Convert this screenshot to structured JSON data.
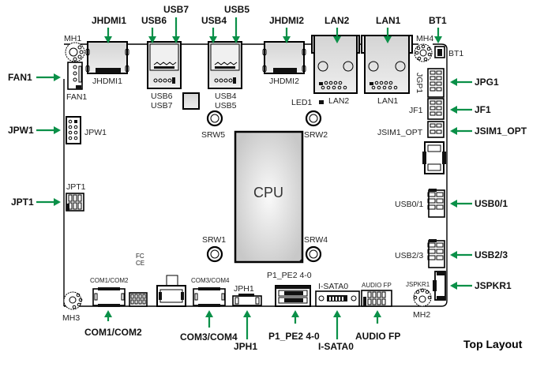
{
  "title": "Top Layout",
  "colors": {
    "arrow": "#0a9048",
    "component_fill": "#e4e4e4",
    "outline": "#000000"
  },
  "board": {
    "cpu_label": "CPU",
    "silk": {
      "MH1": "MH1",
      "MH2": "MH2",
      "MH3": "MH3",
      "MH4": "MH4",
      "FAN1": "FAN1",
      "JHDMI1": "JHDMI1",
      "JHDMI2": "JHDMI2",
      "USB6": "USB6",
      "USB7": "USB7",
      "USB4": "USB4",
      "USB5": "USB5",
      "LAN1": "LAN1",
      "LAN2": "LAN2",
      "LED1": "LED1",
      "BT1": "BT1",
      "JGP1": "JGP1",
      "JF1": "JF1",
      "JSIM1_OPT": "JSIM1_OPT",
      "USB0_1": "USB0/1",
      "USB2_3": "USB2/3",
      "JSPKR1": "JSPKR1",
      "JPW1": "JPW1",
      "JPT1": "JPT1",
      "SRW1": "SRW1",
      "SRW2": "SRW2",
      "SRW4": "SRW4",
      "SRW5": "SRW5",
      "COM1_COM2": "COM1/COM2",
      "COM3_COM4": "COM3/COM4",
      "JPH1": "JPH1",
      "P1_PE2": "P1_PE2 4-0",
      "I_SATA0": "I-SATA0",
      "AUDIO_FP": "AUDIO FP",
      "FC": "FC",
      "CE": "CE"
    }
  },
  "callouts": {
    "top": [
      "JHDMI1",
      "USB6",
      "USB7",
      "USB4",
      "USB5",
      "JHDMI2",
      "LAN2",
      "LAN1",
      "BT1"
    ],
    "left": [
      "FAN1",
      "JPW1",
      "JPT1"
    ],
    "right": [
      "JPG1",
      "JF1",
      "JSIM1_OPT",
      "USB0/1",
      "USB2/3",
      "JSPKR1"
    ],
    "bottom": [
      "COM1/COM2",
      "COM3/COM4",
      "JPH1",
      "P1_PE2 4-0",
      "I-SATA0",
      "AUDIO FP"
    ]
  }
}
